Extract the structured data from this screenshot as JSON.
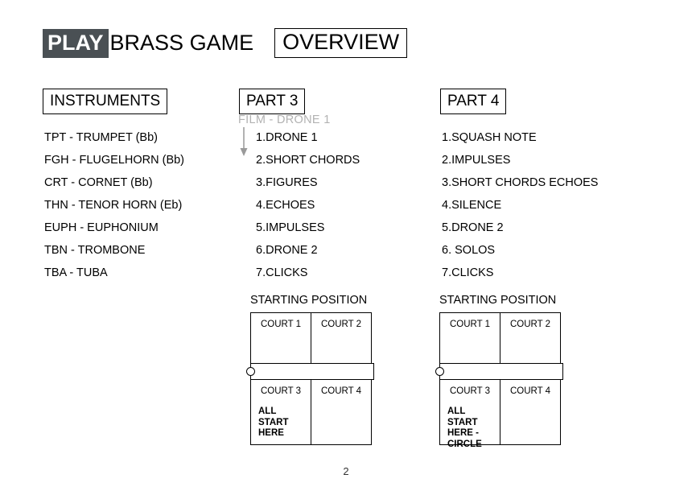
{
  "title": {
    "play_badge": "PLAY",
    "brass_game": "BRASS GAME",
    "overview": "OVERVIEW"
  },
  "colors": {
    "play_badge_bg": "#4a5054",
    "play_badge_text": "#ffffff",
    "film_label_gray": "#b2b2b2",
    "ink": "#000000",
    "paper": "#ffffff"
  },
  "instruments": {
    "heading": "INSTRUMENTS",
    "items": [
      "TPT - TRUMPET (Bb)",
      "FGH - FLUGELHORN (Bb)",
      "CRT - CORNET (Bb)",
      "THN - TENOR HORN (Eb)",
      "EUPH - EUPHONIUM",
      "TBN - TROMBONE",
      "TBA - TUBA"
    ]
  },
  "part3": {
    "heading": "PART 3",
    "film_label": "FILM - DRONE 1",
    "items": [
      "1.DRONE 1",
      "2.SHORT CHORDS",
      "3.FIGURES",
      "4.ECHOES",
      "5.IMPULSES",
      "6.DRONE 2",
      "7.CLICKS"
    ],
    "starting_position": {
      "label": "STARTING POSITION",
      "courts": [
        "COURT 1",
        "COURT 2",
        "COURT 3",
        "COURT 4"
      ],
      "note": "ALL\nSTART\nHERE"
    }
  },
  "part4": {
    "heading": "PART 4",
    "items": [
      "1.SQUASH NOTE",
      "2.IMPULSES",
      "3.SHORT CHORDS ECHOES",
      "4.SILENCE",
      "5.DRONE 2",
      "6. SOLOS",
      "7.CLICKS"
    ],
    "starting_position": {
      "label": "STARTING POSITION",
      "courts": [
        "COURT 1",
        "COURT 2",
        "COURT 3",
        "COURT 4"
      ],
      "note": "ALL\nSTART\nHERE -\nCIRCLE"
    }
  },
  "footer": {
    "page_number": "2"
  }
}
